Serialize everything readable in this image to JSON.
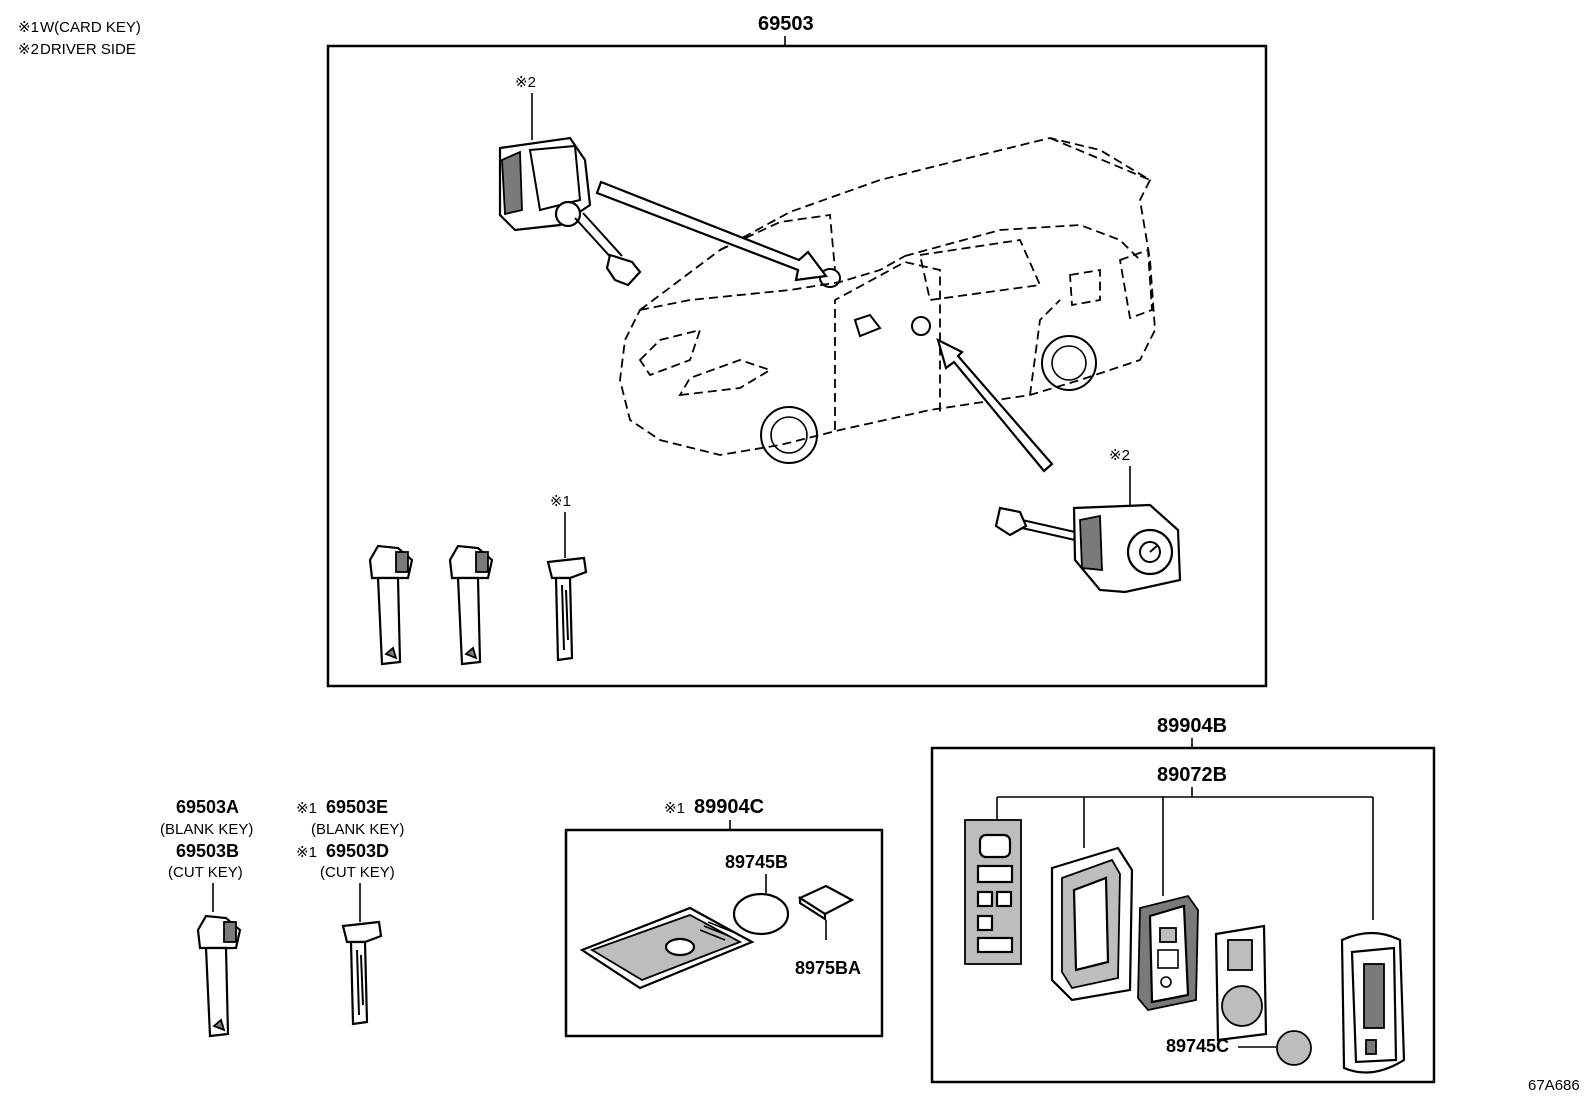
{
  "notes": [
    {
      "mark": "※1",
      "text": "W(CARD KEY)"
    },
    {
      "mark": "※2",
      "text": "DRIVER SIDE"
    }
  ],
  "parts": {
    "main": "69503",
    "blank_key_a": "69503A",
    "blank_key_a_desc": "(BLANK KEY)",
    "cut_key_b": "69503B",
    "cut_key_b_desc": "(CUT KEY)",
    "blank_key_e": "69503E",
    "blank_key_e_desc": "(BLANK KEY)",
    "cut_key_d": "69503D",
    "cut_key_d_desc": "(CUT KEY)",
    "card_key": "89904C",
    "card_battery": "89745B",
    "card_part": "8975BA",
    "smart_key": "89904B",
    "transmitter": "89072B",
    "battery": "89745C"
  },
  "marks": {
    "driver_side": "※2",
    "card_key": "※1"
  },
  "diagram_code": "67A686"
}
